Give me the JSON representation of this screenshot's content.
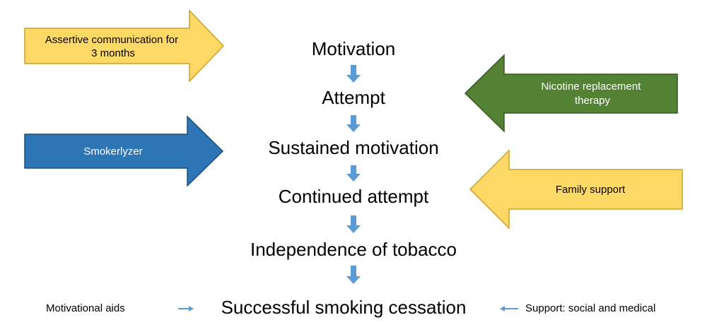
{
  "stages": [
    {
      "label": "Motivation"
    },
    {
      "label": "Attempt"
    },
    {
      "label": "Sustained motivation"
    },
    {
      "label": "Continued attempt"
    },
    {
      "label": "Independence of tobacco"
    },
    {
      "label": "Successful smoking cessation"
    }
  ],
  "aids": [
    {
      "label": [
        "Assertive communication for",
        "3 months"
      ],
      "side": "left",
      "fill": "#FFD966",
      "stroke": "#C9A227",
      "text_color": "#000000"
    },
    {
      "label": [
        "Smokerlyzer"
      ],
      "side": "left",
      "fill": "#2E75B6",
      "stroke": "#1F4E79",
      "text_color": "#FFFFFF"
    },
    {
      "label": [
        "Nicotine replacement",
        "therapy"
      ],
      "side": "right",
      "fill": "#548235",
      "stroke": "#385723",
      "text_color": "#FFFFFF"
    },
    {
      "label": [
        "Family support"
      ],
      "side": "right",
      "fill": "#FFD966",
      "stroke": "#C9A227",
      "text_color": "#000000"
    }
  ],
  "legend": {
    "left": "Motivational aids",
    "right": "Support: social and medical"
  },
  "colors": {
    "connector_arrow": "#5B9BD5",
    "legend_arrow": "#5B9BD5"
  }
}
